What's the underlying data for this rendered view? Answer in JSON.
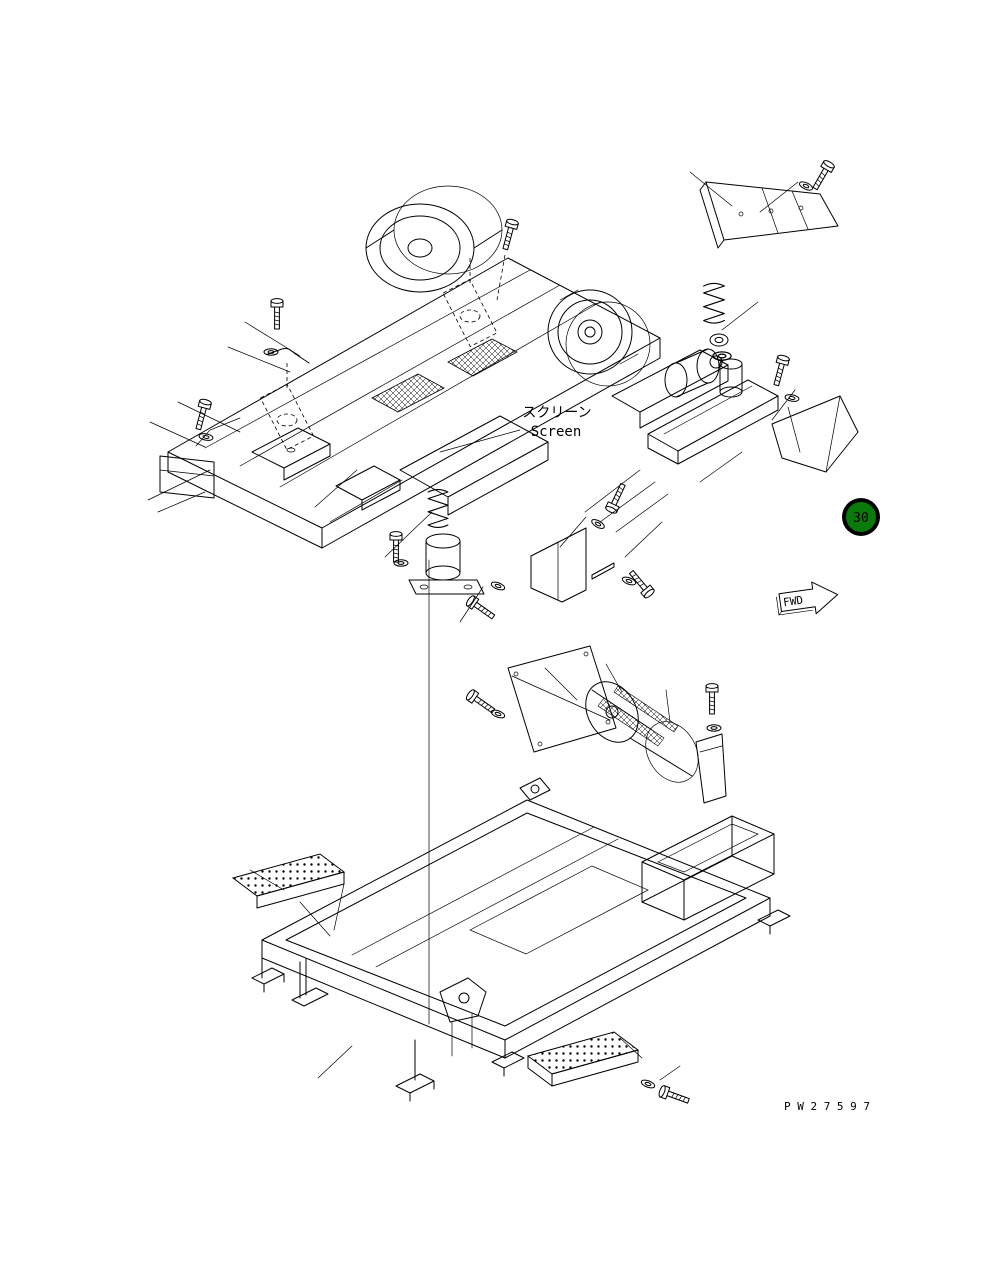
{
  "diagram": {
    "label_jp": "スクリーン",
    "label_en": "Screen",
    "badge_number": "30",
    "fwd_label": "FWD",
    "drawing_number": "P W 2 7 5 9 7"
  },
  "colors": {
    "badge_fill": "#0a7a0a",
    "badge_ring": "#000000",
    "badge_text": "#ffffff",
    "line_color": "#000000",
    "background": "#ffffff"
  }
}
